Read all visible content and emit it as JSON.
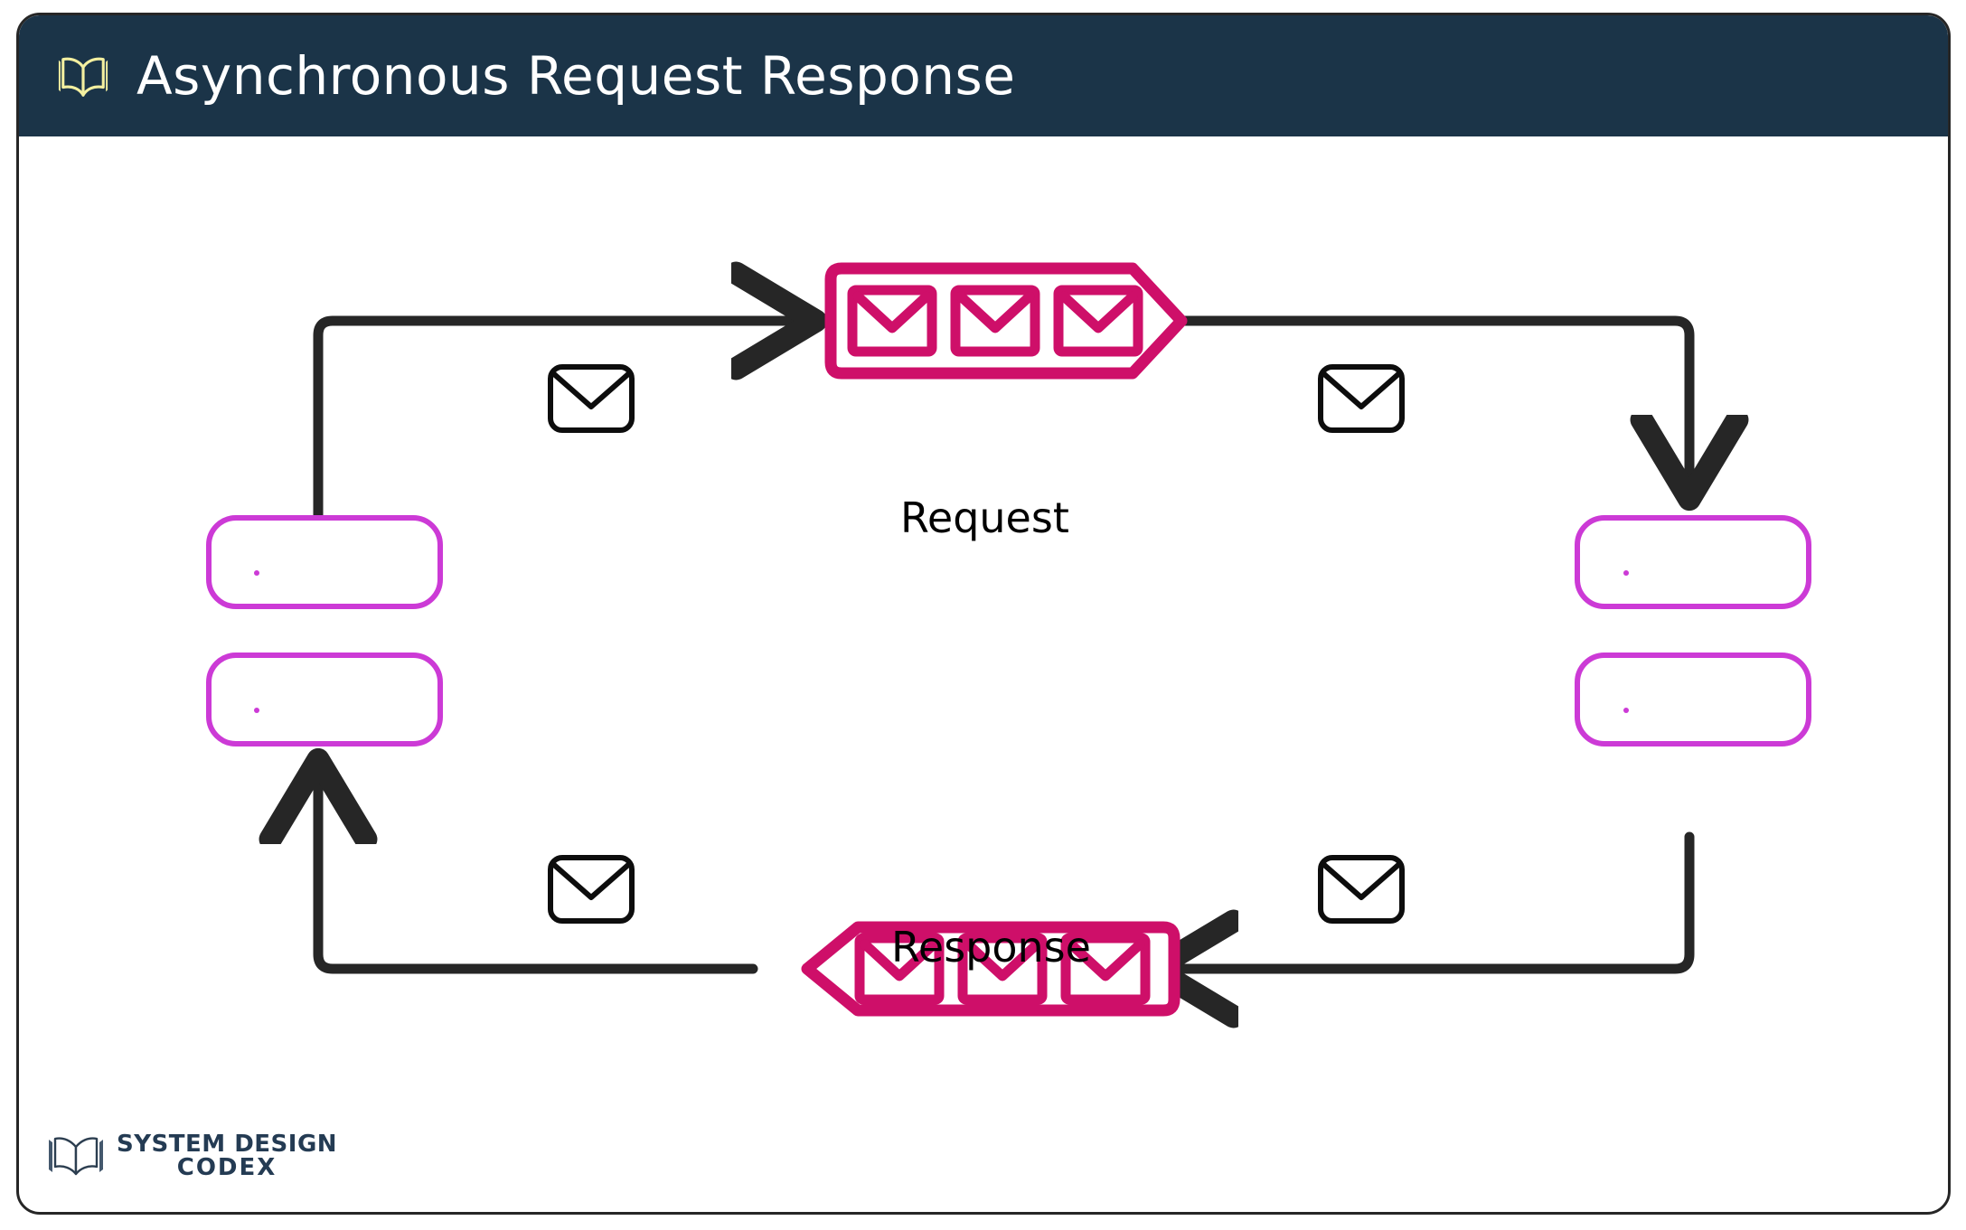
{
  "header": {
    "icon": "open-book-icon",
    "title": "Asynchronous Request Response",
    "background_color": "#1b3448",
    "title_color": "#ffffff",
    "icon_color": "#f4f0a0"
  },
  "diagram": {
    "accent_color": "#ce0f69",
    "box_border_color": "#cc3ad6",
    "arrow_color": "#262626",
    "banners": [
      {
        "name": "request-banner",
        "label": "Request",
        "direction": "right",
        "envelope_count": 3,
        "label_position": "below"
      },
      {
        "name": "response-banner",
        "label": "Response",
        "direction": "left",
        "envelope_count": 3,
        "label_position": "above"
      }
    ],
    "nodes": [
      {
        "name": "left-top-box",
        "text": "."
      },
      {
        "name": "left-bottom-box",
        "text": "."
      },
      {
        "name": "right-top-box",
        "text": "."
      },
      {
        "name": "right-bottom-box",
        "text": "."
      }
    ],
    "envelopes": [
      {
        "name": "envelope-request-left"
      },
      {
        "name": "envelope-request-right"
      },
      {
        "name": "envelope-response-left"
      },
      {
        "name": "envelope-response-right"
      }
    ],
    "connectors": [
      {
        "name": "connector-left-to-request",
        "from": "left-top-box",
        "to": "request-banner",
        "arrowhead": "right"
      },
      {
        "name": "connector-request-to-right",
        "from": "request-banner",
        "to": "right-top-box",
        "arrowhead": "down"
      },
      {
        "name": "connector-right-to-response",
        "from": "right-bottom-box",
        "to": "response-banner",
        "arrowhead": "left"
      },
      {
        "name": "connector-response-to-left",
        "from": "response-banner",
        "to": "left-bottom-box",
        "arrowhead": "up"
      }
    ]
  },
  "footer": {
    "icon": "open-book-logo-icon",
    "line1": "SYSTEM DESIGN",
    "line2": "CODEX",
    "color": "#243b53"
  }
}
